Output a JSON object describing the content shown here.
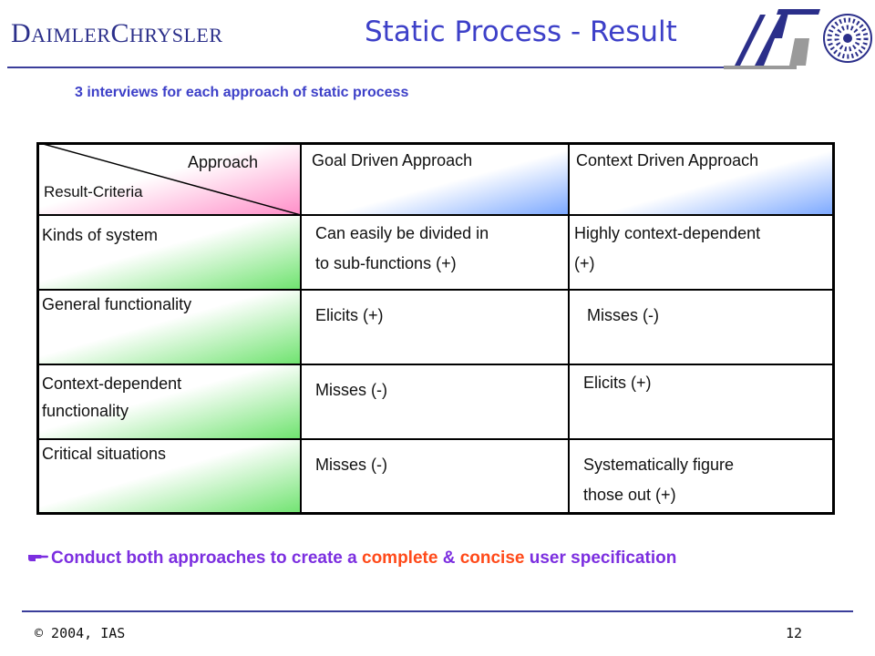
{
  "header": {
    "logo": "DaimlerChrysler",
    "title": "Static Process - Result",
    "ias_logo": "IAS"
  },
  "subtitle": "3 interviews for each approach of static process",
  "table": {
    "corner_top": "Approach",
    "corner_bottom": "Result-Criteria",
    "columns": [
      "Goal Driven Approach",
      "Context Driven Approach"
    ],
    "rows": [
      {
        "label": [
          "Kinds of system"
        ],
        "goal": [
          "Can easily be divided in",
          "to sub-functions (+)"
        ],
        "context": [
          "Highly context-dependent",
          "(+)"
        ]
      },
      {
        "label": [
          "General functionality"
        ],
        "goal": [
          "Elicits (+)"
        ],
        "context": [
          "Misses (-)"
        ]
      },
      {
        "label": [
          "Context-dependent",
          "functionality"
        ],
        "goal": [
          "Misses (-)"
        ],
        "context": [
          "Elicits (+)"
        ]
      },
      {
        "label": [
          "Critical situations"
        ],
        "goal": [
          "Misses (-)"
        ],
        "context": [
          "Systematically figure",
          "those out (+)"
        ]
      }
    ]
  },
  "conclusion": {
    "icon": "pointing-hand-icon",
    "before": "Conduct both approaches to create a ",
    "em1": "complete",
    "mid": " & ",
    "em2": "concise",
    "after": " user specification",
    "color": "#7c2fe0",
    "em_color": "#ff4a1a"
  },
  "footer": {
    "copyright": "© 2004, IAS",
    "page_number": "12"
  }
}
